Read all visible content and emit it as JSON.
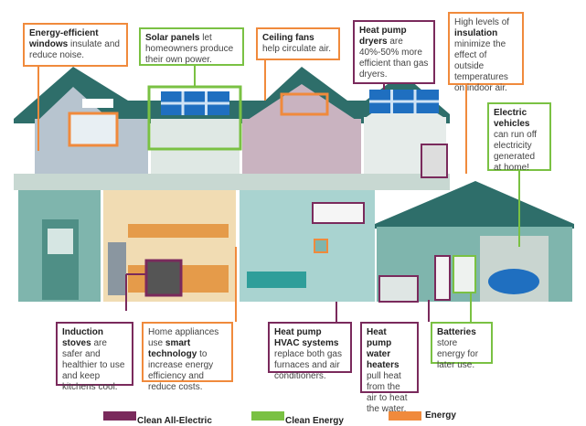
{
  "callouts": {
    "windows": {
      "bold": "Energy-efficient windows",
      "text": " insulate and reduce noise."
    },
    "solar": {
      "bold": "Solar panels",
      "text": " let homeowners produce their own power."
    },
    "fans": {
      "bold": "Ceiling fans",
      "text": " help circulate air."
    },
    "dryers": {
      "bold": "Heat pump dryers",
      "text": " are 40%-50% more efficient than gas dryers."
    },
    "insulation": {
      "pre": "High levels of ",
      "bold": "insulation",
      "text": " minimize the effect of outside temperatures on indoor air."
    },
    "ev": {
      "bold": "Electric vehicles",
      "text": " can run off electricity generated at home!"
    },
    "stoves": {
      "bold": "Induction stoves",
      "text": " are safer and healthier to use and keep kitchens cool."
    },
    "smart": {
      "pre": "Home appliances use ",
      "bold": "smart technology",
      "text": " to increase energy efficiency and reduce costs."
    },
    "hvac": {
      "bold": "Heat pump HVAC systems",
      "text": " replace both gas furnaces and air conditioners."
    },
    "water": {
      "bold": "Heat pump water heaters",
      "text": " pull heat from the air to heat the water."
    },
    "batteries": {
      "bold": "Batteries",
      "text": " store energy for later use."
    }
  },
  "legend": [
    {
      "label": "Clean All-Electric",
      "color": "#7a2a5c"
    },
    {
      "label": "Clean Energy",
      "color": "#7ac143"
    },
    {
      "label": "Energy",
      "color": "#f08a3c"
    }
  ]
}
